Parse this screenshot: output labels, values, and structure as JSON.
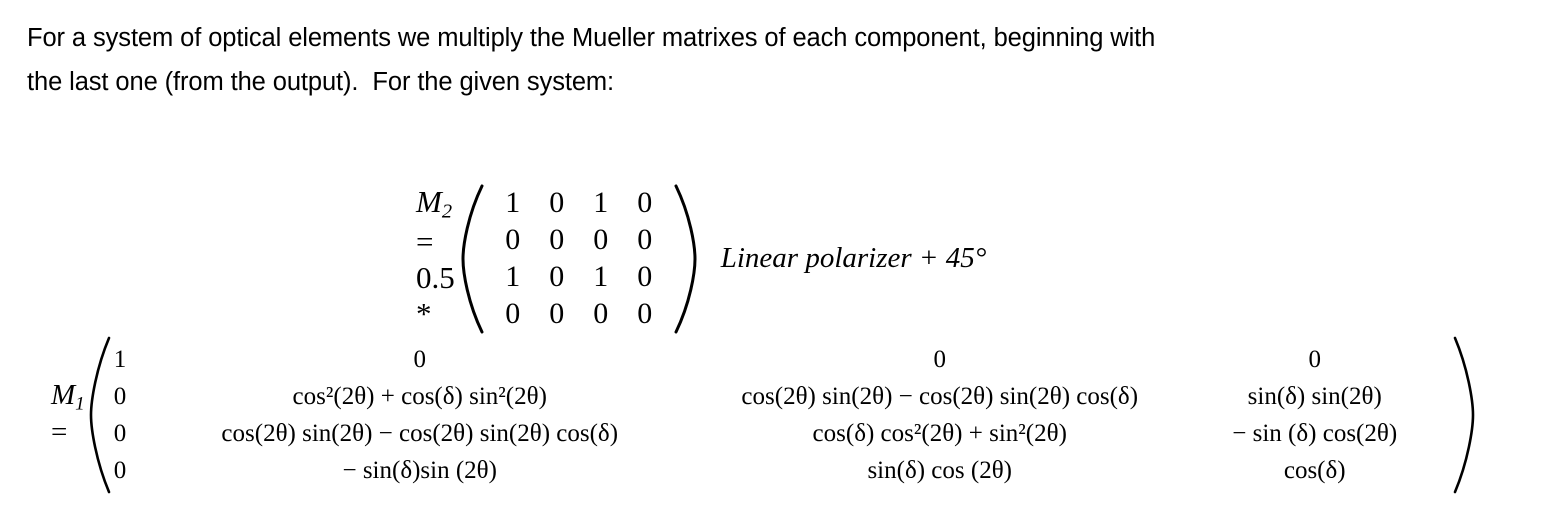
{
  "document": {
    "intro": {
      "line1": "For a system of optical elements we multiply the Mueller matrixes of each component, beginning with",
      "line2": "the last one (from the output).  For the given system:"
    },
    "m2": {
      "lhs": "M₂ = 0.5 *",
      "name": "M",
      "subscript": "2",
      "scalar": "0.5",
      "operator": "*",
      "equals": "=",
      "label": "Linear polarizer + 45°",
      "rows": [
        [
          "1",
          "0",
          "1",
          "0"
        ],
        [
          "0",
          "0",
          "0",
          "0"
        ],
        [
          "1",
          "0",
          "1",
          "0"
        ],
        [
          "0",
          "0",
          "0",
          "0"
        ]
      ]
    },
    "m1": {
      "lhs": "M₁ =",
      "name": "M",
      "subscript": "1",
      "equals": "=",
      "rows": [
        [
          "1",
          "0",
          "0",
          "0"
        ],
        [
          "0",
          "cos²(2θ) + cos(δ) sin²(2θ)",
          "cos(2θ) sin(2θ) − cos(2θ) sin(2θ) cos(δ)",
          "sin(δ) sin(2θ)"
        ],
        [
          "0",
          "cos(2θ) sin(2θ) − cos(2θ) sin(2θ) cos(δ)",
          "cos(δ) cos²(2θ) + sin²(2θ)",
          "− sin (δ) cos(2θ)"
        ],
        [
          "0",
          "− sin(δ)sin (2θ)",
          "sin(δ) cos (2θ)",
          "cos(δ)"
        ]
      ]
    }
  }
}
